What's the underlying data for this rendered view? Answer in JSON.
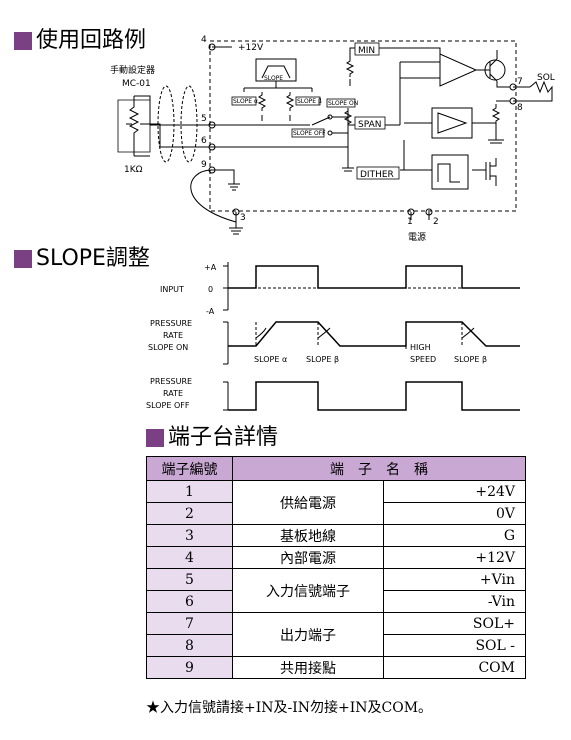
{
  "colors": {
    "accent": "#7b3f84",
    "header_fill": "#c9a8d3",
    "number_fill": "#e9dcef"
  },
  "sections": {
    "circuit_title": "使用回路例",
    "slope_title": "SLOPE調整",
    "terminal_title": "端子台詳情"
  },
  "circuit": {
    "manual_setter": "手動設定器",
    "model": "MC-01",
    "resistor": "1KΩ",
    "plus12v": "+12V",
    "min": "MIN",
    "slope": "SLOPE",
    "slope_alpha": "SLOPE α",
    "slope_beta": "SLOPE β",
    "slope_on": "SLOPE ON",
    "slope_off": "SLOPE OFF",
    "span": "SPAN",
    "dither": "DITHER",
    "sol": "SOL",
    "power": "電源",
    "terminals": [
      "1",
      "2",
      "3",
      "4",
      "5",
      "6",
      "7",
      "8",
      "9"
    ]
  },
  "timing": {
    "plus_a": "+A",
    "zero": "0",
    "minus_a": "-A",
    "input": "INPUT",
    "pressure_on": [
      "PRESSURE",
      "RATE",
      "SLOPE ON"
    ],
    "pressure_off": [
      "PRESSURE",
      "RATE",
      "SLOPE OFF"
    ],
    "slope_alpha": "SLOPE α",
    "slope_beta": "SLOPE β",
    "high": "HIGH",
    "speed": "SPEED"
  },
  "terminal_table": {
    "header_no": "端子編號",
    "header_name": "端　子　名　稱",
    "groups": [
      {
        "name": "供給電源",
        "rows": [
          {
            "no": "1",
            "value": "+24V"
          },
          {
            "no": "2",
            "value": "0V"
          }
        ]
      },
      {
        "name": "基板地線",
        "rows": [
          {
            "no": "3",
            "value": "G"
          }
        ]
      },
      {
        "name": "內部電源",
        "rows": [
          {
            "no": "4",
            "value": "+12V"
          }
        ]
      },
      {
        "name": "入力信號端子",
        "rows": [
          {
            "no": "5",
            "value": "+Vin"
          },
          {
            "no": "6",
            "value": "-Vin"
          }
        ]
      },
      {
        "name": "出力端子",
        "rows": [
          {
            "no": "7",
            "value": "SOL+"
          },
          {
            "no": "8",
            "value": "SOL -"
          }
        ]
      },
      {
        "name": "共用接點",
        "rows": [
          {
            "no": "9",
            "value": "COM"
          }
        ]
      }
    ]
  },
  "footnote": "★入力信號請接+IN及-IN勿接+IN及COM。"
}
